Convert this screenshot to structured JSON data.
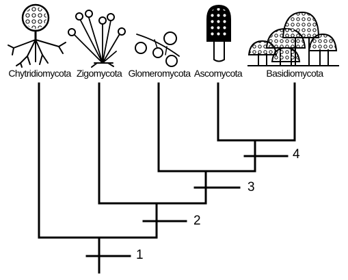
{
  "taxa": [
    {
      "label": "Chytridiomycota",
      "icon": "chytrid-sporangium-icon"
    },
    {
      "label": "Zigomycota",
      "icon": "zygomycete-sporangiophore-icon"
    },
    {
      "label": "Glomeromycota",
      "icon": "glomeromycete-spores-icon"
    },
    {
      "label": "Ascomycota",
      "icon": "morel-mushroom-icon"
    },
    {
      "label": "Basidiomycota",
      "icon": "basidiomycete-mushrooms-icon"
    }
  ],
  "markers": [
    {
      "label": "1"
    },
    {
      "label": "2"
    },
    {
      "label": "3"
    },
    {
      "label": "4"
    }
  ],
  "colors": {
    "line": "#000000",
    "background": "#ffffff"
  }
}
